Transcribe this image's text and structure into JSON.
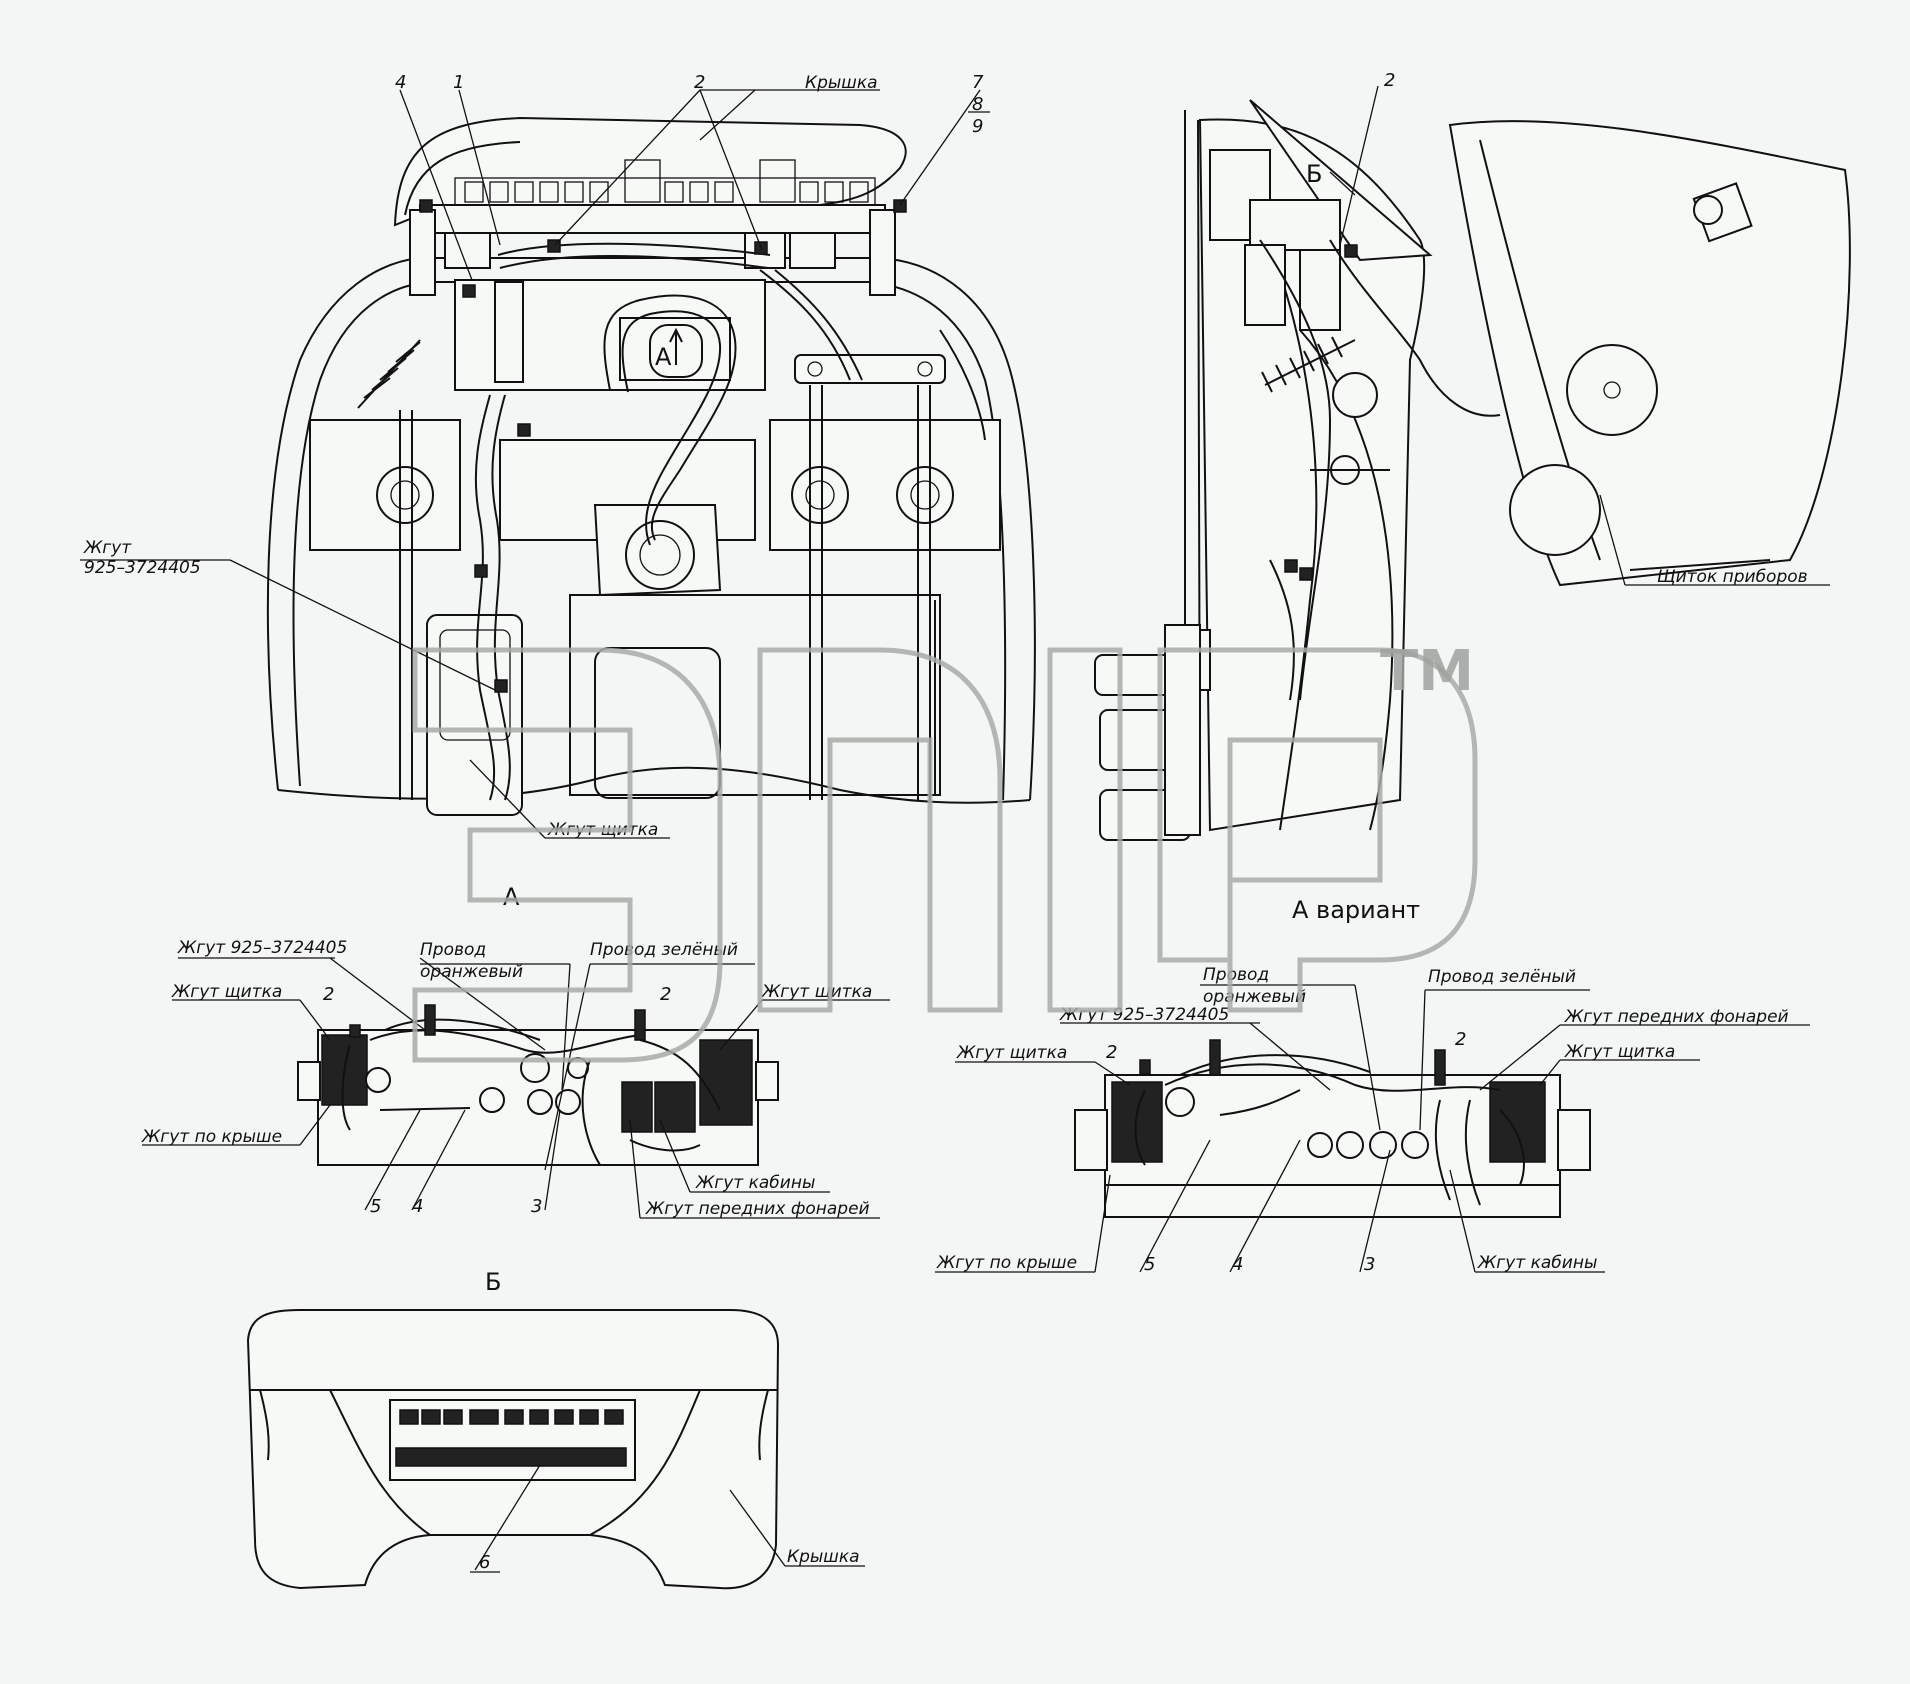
{
  "main_view": {
    "callouts": [
      "4",
      "1",
      "2",
      "7",
      "8",
      "9"
    ],
    "cover_label": "Крышка",
    "harness_925_line1": "Жгут",
    "harness_925_line2": "925–3724405",
    "harness_panel": "Жгут щитка",
    "view_a_marker": "А"
  },
  "side_view": {
    "callout": "2",
    "view_b_marker": "Б",
    "instrument_panel": "Щиток приборов",
    "variant_title": "А вариант"
  },
  "view_a": {
    "harness_925": "Жгут 925–3724405",
    "wire_orange_line1": "Провод",
    "wire_orange_line2": "оранжевый",
    "wire_green": "Провод зелёный",
    "harness_panel_left": "Жгут щитка",
    "harness_panel_right": "Жгут щитка",
    "harness_roof": "Жгут по крыше",
    "harness_cabin": "Жгут кабины",
    "harness_front_lights": "Жгут передних фонарей",
    "callouts": [
      "2",
      "2",
      "5",
      "4",
      "3"
    ]
  },
  "view_a_variant": {
    "harness_925": "Жгут 925–3724405",
    "wire_orange_line1": "Провод",
    "wire_orange_line2": "оранжевый",
    "wire_green": "Провод зелёный",
    "harness_panel_left": "Жгут щитка",
    "harness_panel_right": "Жгут щитка",
    "harness_front_lights": "Жгут передних фонарей",
    "harness_roof": "Жгут по крыше",
    "harness_cabin": "Жгут кабины",
    "callouts": [
      "2",
      "2",
      "5",
      "4",
      "3"
    ]
  },
  "view_b": {
    "title": "Б",
    "callout": "6",
    "cover_label": "Крышка"
  },
  "watermark": {
    "text": "ЭПСР",
    "trademark": "TM"
  }
}
